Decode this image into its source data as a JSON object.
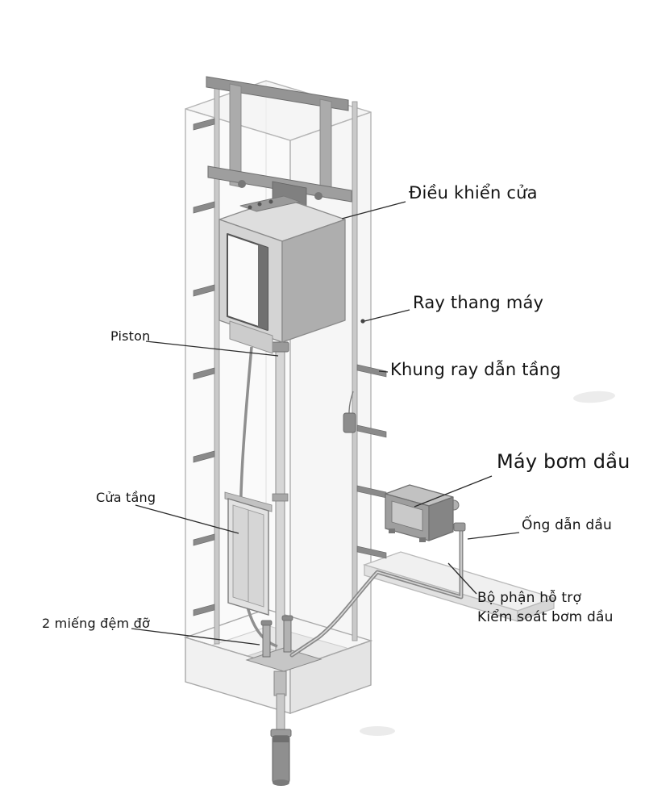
{
  "diagram": {
    "labels": {
      "door_control": "Điều khiển cửa",
      "elevator_rail": "Ray thang máy",
      "guide_frame": "Khung ray dẫn tầng",
      "piston": "Piston",
      "oil_pump": "Máy bơm dầu",
      "oil_pipe": "Ống dẫn dầu",
      "pump_support_line1": "Bộ phận hỗ trợ",
      "pump_support_line2": "Kiểm soát bơm dầu",
      "floor_door": "Cửa tầng",
      "support_pads": "2 miếng đệm đỡ"
    },
    "colors": {
      "label_text": "#141414",
      "leader_line": "#2b2b2b",
      "outline_light": "#b5b5b5",
      "outline_mid": "#8a8a8a",
      "fill_light": "#efefef",
      "fill_mid": "#cfcfcf",
      "fill_dark": "#8f8f8f"
    }
  }
}
